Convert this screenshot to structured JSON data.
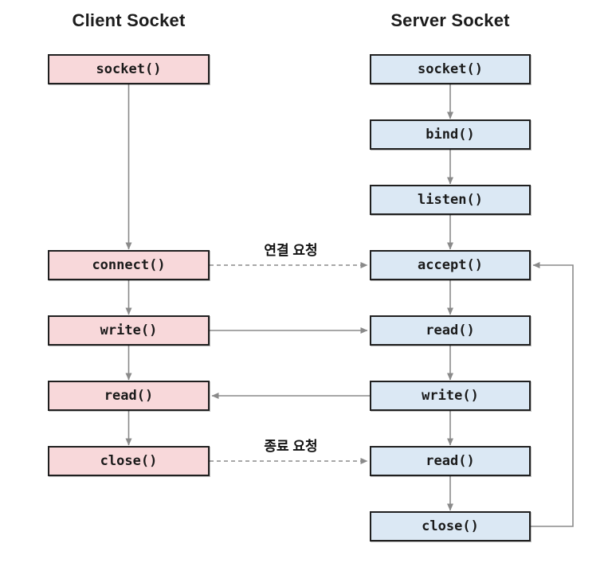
{
  "diagram": {
    "background_color": "#ffffff",
    "arrow_color": "#8a8a8a",
    "box_border_color": "#1f1f1f",
    "client": {
      "title": "Client Socket",
      "box_fill": "#f8d8da",
      "boxes": [
        {
          "label": "socket()"
        },
        {
          "label": "connect()"
        },
        {
          "label": "write()"
        },
        {
          "label": "read()"
        },
        {
          "label": "close()"
        }
      ]
    },
    "server": {
      "title": "Server Socket",
      "box_fill": "#dbe8f4",
      "boxes": [
        {
          "label": "socket()"
        },
        {
          "label": "bind()"
        },
        {
          "label": "listen()"
        },
        {
          "label": "accept()"
        },
        {
          "label": "read()"
        },
        {
          "label": "write()"
        },
        {
          "label": "read()"
        },
        {
          "label": "close()"
        }
      ]
    },
    "edge_labels": {
      "connection_request": "연결 요청",
      "termination_request": "종료 요청"
    }
  }
}
